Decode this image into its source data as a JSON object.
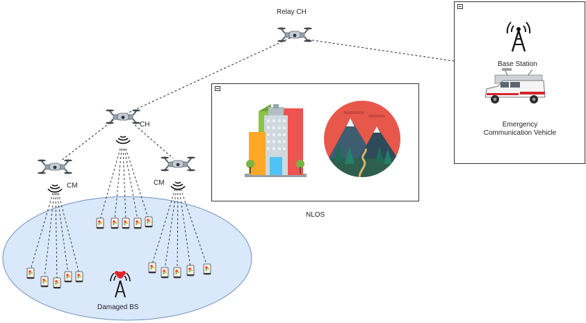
{
  "labels": {
    "relay_ch": "Relay CH",
    "ch": "CH",
    "cm_left": "CM",
    "cm_right": "CM",
    "nlos": "NLOS",
    "damaged_bs": "Damaged BS",
    "base_station": "Base Station",
    "emergency_vehicle_line1": "Emergency",
    "emergency_vehicle_line2": "Communication Vehicle"
  },
  "icons": {
    "uav": "drone-icon",
    "signal": "wireless-signal-icon",
    "device": "user-device-icon",
    "tower": "base-station-tower-icon",
    "damaged_tower": "damaged-tower-icon",
    "vehicle": "emergency-vehicle-icon",
    "buildings": "city-buildings-icon",
    "mountains": "mountain-forest-icon"
  },
  "colors": {
    "disaster_area_fill": "#dae8fc",
    "disaster_area_stroke": "#6c8ebf",
    "line": "#222222",
    "damaged": "#e0262b"
  }
}
